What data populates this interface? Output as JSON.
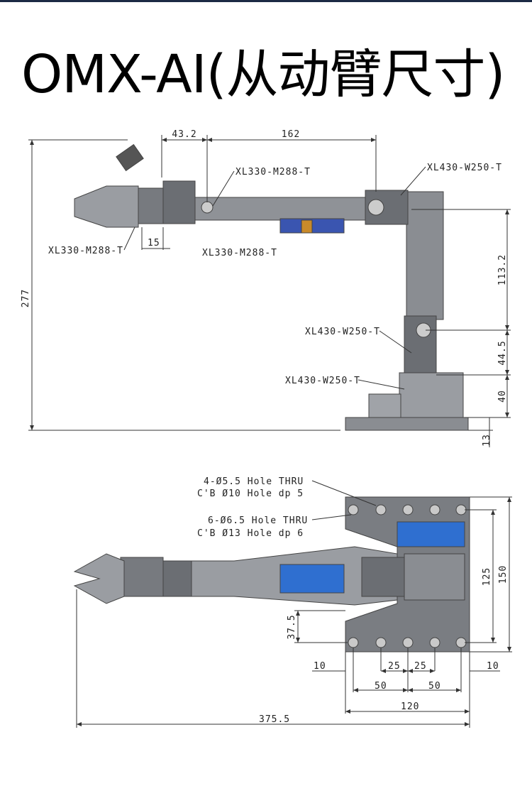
{
  "title": "OMX-AI(从动臂尺寸)",
  "side_view": {
    "dims": {
      "total_height": "277",
      "d1": "43.2",
      "d2": "162",
      "h1": "113.2",
      "h2": "44.5",
      "h3": "40",
      "h4": "13",
      "gripper": "15"
    },
    "labels": {
      "wrist_servo": "XL330-M288-T",
      "gripper_servo": "XL330-M288-T",
      "mid_servo": "XL330-M288-T",
      "shoulder_servo": "XL430-W250-T",
      "elbow_servo": "XL430-W250-T",
      "base_servo": "XL430-W250-T"
    }
  },
  "top_view": {
    "hole_note_1": [
      "4-Ø5.5 Hole THRU",
      "C'B Ø10 Hole dp 5"
    ],
    "hole_note_2": [
      "6-Ø6.5 Hole THRU",
      "C'B Ø13 Hole dp 6"
    ],
    "dims": {
      "h125": "125",
      "h150": "150",
      "h37_5": "37.5",
      "left10": "10",
      "right10": "10",
      "p25a": "25",
      "p25b": "25",
      "p50a": "50",
      "p50b": "50",
      "w120": "120",
      "total": "375.5"
    }
  },
  "colors": {
    "metal": "#8a8d92",
    "dark": "#5a5d62",
    "board": "#2f6fd0",
    "dim": "#333333"
  }
}
